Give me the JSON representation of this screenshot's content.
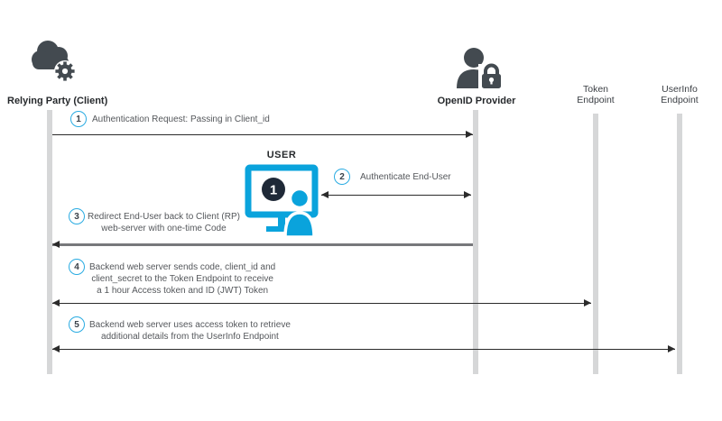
{
  "diagram": {
    "actors": {
      "relying_party": {
        "label": "Relying Party (Client)",
        "icon": "cloud-gear-icon"
      },
      "openid_provider": {
        "label": "OpenID Provider",
        "icon": "person-lock-icon"
      },
      "token_endpoint": {
        "lines": [
          "Token",
          "Endpoint"
        ]
      },
      "userinfo_endpoint": {
        "lines": [
          "UserInfo",
          "Endpoint"
        ]
      }
    },
    "user": {
      "label": "USER",
      "monitor_badge": "1",
      "icon": "monitor-person-icon"
    },
    "steps": [
      {
        "num": "1",
        "lines": [
          "Authentication Request: Passing in Client_id"
        ]
      },
      {
        "num": "2",
        "lines": [
          "Authenticate End-User"
        ]
      },
      {
        "num": "3",
        "lines": [
          "Redirect End-User back to Client (RP)",
          "web-server with one-time Code"
        ]
      },
      {
        "num": "4",
        "lines": [
          "Backend web server sends code, client_id and",
          "client_secret to the Token Endpoint to receive",
          "a 1 hour Access token and ID (JWT) Token"
        ]
      },
      {
        "num": "5",
        "lines": [
          "Backend web server uses access token to retrieve",
          "additional details from the UserInfo Endpoint"
        ]
      }
    ],
    "colors": {
      "accent_cyan": "#1ba8e0",
      "icon_dark": "#434a50",
      "monitor_badge_navy": "#1f2937",
      "step_text": "#54575b",
      "lifeline_gray": "#d6d7d8",
      "arrow_dark": "#2b2b2b",
      "redirect_line_gray": "#77787b"
    }
  }
}
